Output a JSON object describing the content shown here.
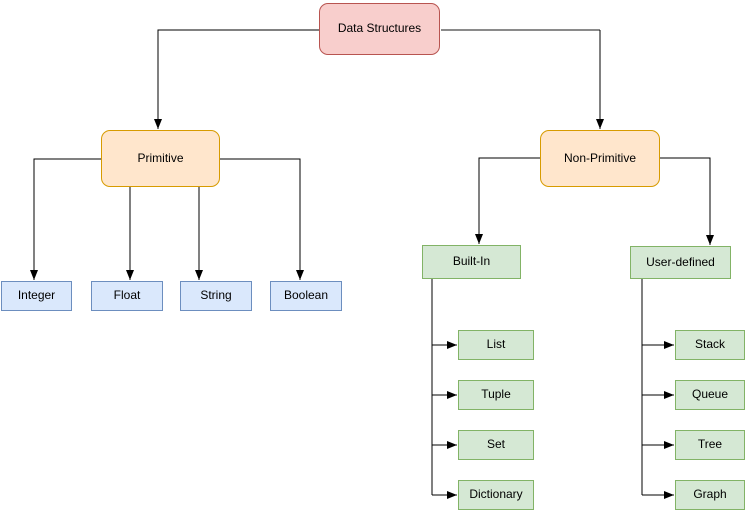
{
  "diagram": {
    "title": "Data Structures",
    "nodes": {
      "root": {
        "label": "Data Structures",
        "type": "root"
      },
      "primitive": {
        "label": "Primitive",
        "type": "category"
      },
      "non_primitive": {
        "label": "Non-Primitive",
        "type": "category"
      },
      "integer": {
        "label": "Integer",
        "type": "primitive-leaf"
      },
      "float": {
        "label": "Float",
        "type": "primitive-leaf"
      },
      "string": {
        "label": "String",
        "type": "primitive-leaf"
      },
      "boolean": {
        "label": "Boolean",
        "type": "primitive-leaf"
      },
      "built_in": {
        "label": "Built-In",
        "type": "subcategory"
      },
      "user_defined": {
        "label": "User-defined",
        "type": "subcategory"
      },
      "list": {
        "label": "List",
        "type": "non-primitive-leaf"
      },
      "tuple": {
        "label": "Tuple",
        "type": "non-primitive-leaf"
      },
      "set": {
        "label": "Set",
        "type": "non-primitive-leaf"
      },
      "dictionary": {
        "label": "Dictionary",
        "type": "non-primitive-leaf"
      },
      "stack": {
        "label": "Stack",
        "type": "non-primitive-leaf"
      },
      "queue": {
        "label": "Queue",
        "type": "non-primitive-leaf"
      },
      "tree": {
        "label": "Tree",
        "type": "non-primitive-leaf"
      },
      "graph": {
        "label": "Graph",
        "type": "non-primitive-leaf"
      }
    },
    "edges": [
      {
        "from": "Data Structures",
        "to": "Primitive"
      },
      {
        "from": "Data Structures",
        "to": "Non-Primitive"
      },
      {
        "from": "Primitive",
        "to": "Integer"
      },
      {
        "from": "Primitive",
        "to": "Float"
      },
      {
        "from": "Primitive",
        "to": "String"
      },
      {
        "from": "Primitive",
        "to": "Boolean"
      },
      {
        "from": "Non-Primitive",
        "to": "Built-In"
      },
      {
        "from": "Non-Primitive",
        "to": "User-defined"
      },
      {
        "from": "Built-In",
        "to": "List"
      },
      {
        "from": "Built-In",
        "to": "Tuple"
      },
      {
        "from": "Built-In",
        "to": "Set"
      },
      {
        "from": "Built-In",
        "to": "Dictionary"
      },
      {
        "from": "User-defined",
        "to": "Stack"
      },
      {
        "from": "User-defined",
        "to": "Queue"
      },
      {
        "from": "User-defined",
        "to": "Tree"
      },
      {
        "from": "User-defined",
        "to": "Graph"
      }
    ],
    "colors": {
      "root_fill": "#f8cecc",
      "root_stroke": "#b85450",
      "category_fill": "#ffe6cc",
      "category_stroke": "#d79b00",
      "primitive_leaf_fill": "#dae8fc",
      "primitive_leaf_stroke": "#6c8ebf",
      "non_primitive_fill": "#d5e8d4",
      "non_primitive_stroke": "#82b366",
      "edge_black": "#000000",
      "edge_gray": "#8a8a8a",
      "background": "#ffffff"
    }
  }
}
